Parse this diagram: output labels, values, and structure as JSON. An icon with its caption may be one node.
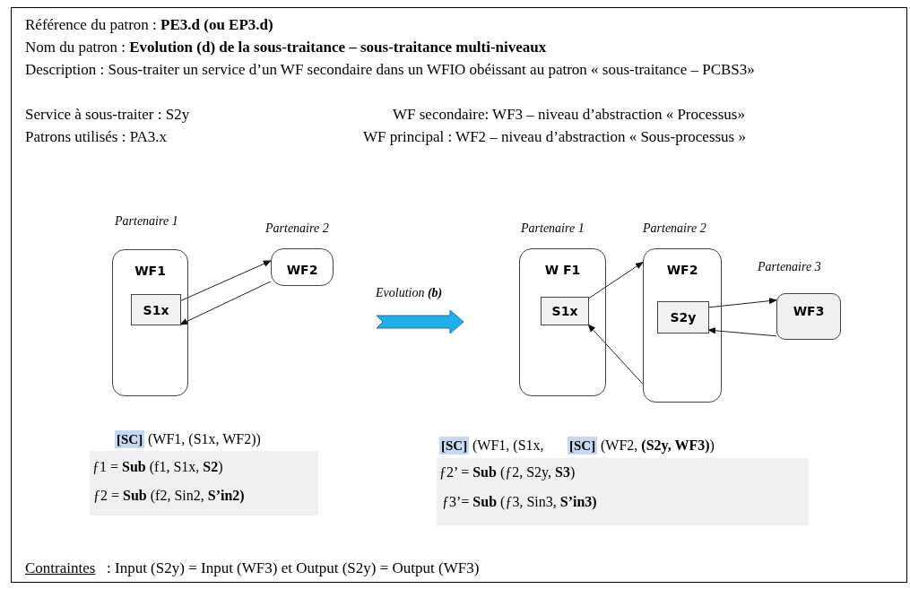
{
  "diagram": {
    "nodes": [
      {
        "text": [
          "WF1"
        ],
        "beside": [
          "Partenaire 1"
        ]
      },
      {
        "text": [
          "S1x"
        ],
        "in": 0
      },
      {
        "text": [
          "WF2"
        ],
        "beside": [
          "Partenaire 2"
        ]
      },
      {
        "text": [
          "W F1"
        ],
        "beside": [
          "Partenaire 1"
        ]
      },
      {
        "text": [
          "S1x"
        ],
        "in": 3
      },
      {
        "text": [
          "WF2"
        ],
        "beside": [
          "Partenaire 2"
        ]
      },
      {
        "text": [
          "S2y"
        ],
        "in": 5
      },
      {
        "text": [
          "WF3"
        ],
        "beside": [
          "Partenaire 3"
        ]
      }
    ],
    "edges": [
      {
        "from": 1,
        "to": 2,
        "arrow": "to"
      },
      {
        "from": 2,
        "to": 1,
        "arrow": "to"
      },
      {
        "from": 4,
        "to": 5,
        "arrow": "to"
      },
      {
        "from": 5,
        "to": 4,
        "arrow": "to"
      },
      {
        "from": 6,
        "to": 7,
        "arrow": "to"
      },
      {
        "from": 7,
        "to": 6,
        "arrow": "to"
      }
    ],
    "labels": [
      "Référence du patron : **PE3.d (ou EP3.d)**",
      "Nom du patron : **Evolution (d) de la sous-traitance – sous-traitance multi-niveaux**",
      "Description : Sous-traiter un service d’un WF secondaire dans un WFIO obéissant au patron « sous-traitance – PCBS3»",
      "Service à sous-traiter : S2y",
      "WF secondaire: WF3 – niveau d’abstraction « Processus»",
      "Patrons utilisés : PA3.x",
      "WF principal : WF2 – niveau d’abstraction « Sous-processus »",
      "Evolution **(b)**",
      "[SC]",
      "(WF1, (S1x, WF2))",
      "ƒ1 = **Sub** (f1, S1x, **S2**)",
      "ƒ2 = **Sub** (f2, Sin2, **S’in2)**",
      "[SC]",
      "(WF1, (S1x,",
      "[SC]",
      "(WF2, **(S2y, WF3)**)",
      "ƒ2’ = **Sub** (ƒ2, S2y, **S3**)",
      "ƒ3’= **Sub** (ƒ3, Sin3, **S’in3)**",
      "Contraintes",
      ": Input (S2y) = Input (WF3) et Output (S2y) = Output (WF3)"
    ]
  }
}
